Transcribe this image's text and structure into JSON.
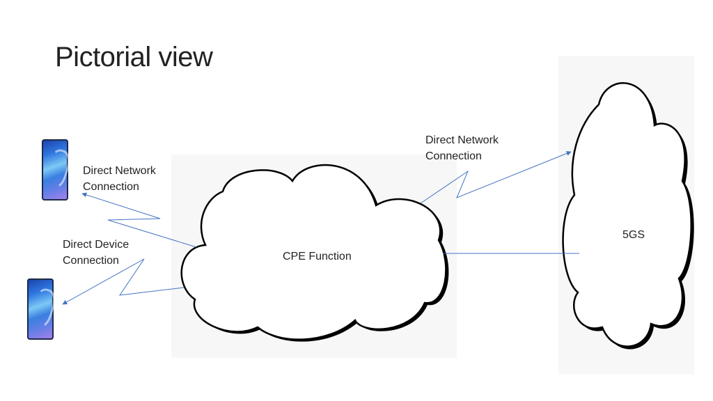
{
  "slide": {
    "title": "Pictorial view"
  },
  "labels": {
    "network_top": [
      "Direct Network",
      "Connection"
    ],
    "network_left": [
      "Direct Network",
      "Connection"
    ],
    "device_left": [
      "Direct Device",
      "Connection"
    ],
    "cpe": "CPE Function",
    "core": "5GS"
  },
  "colors": {
    "arrow": "#4472c4",
    "cloud_stroke": "#000000",
    "panel": "#f7f7f7"
  },
  "icons": [
    "smartphone-icon",
    "smartphone-icon"
  ]
}
